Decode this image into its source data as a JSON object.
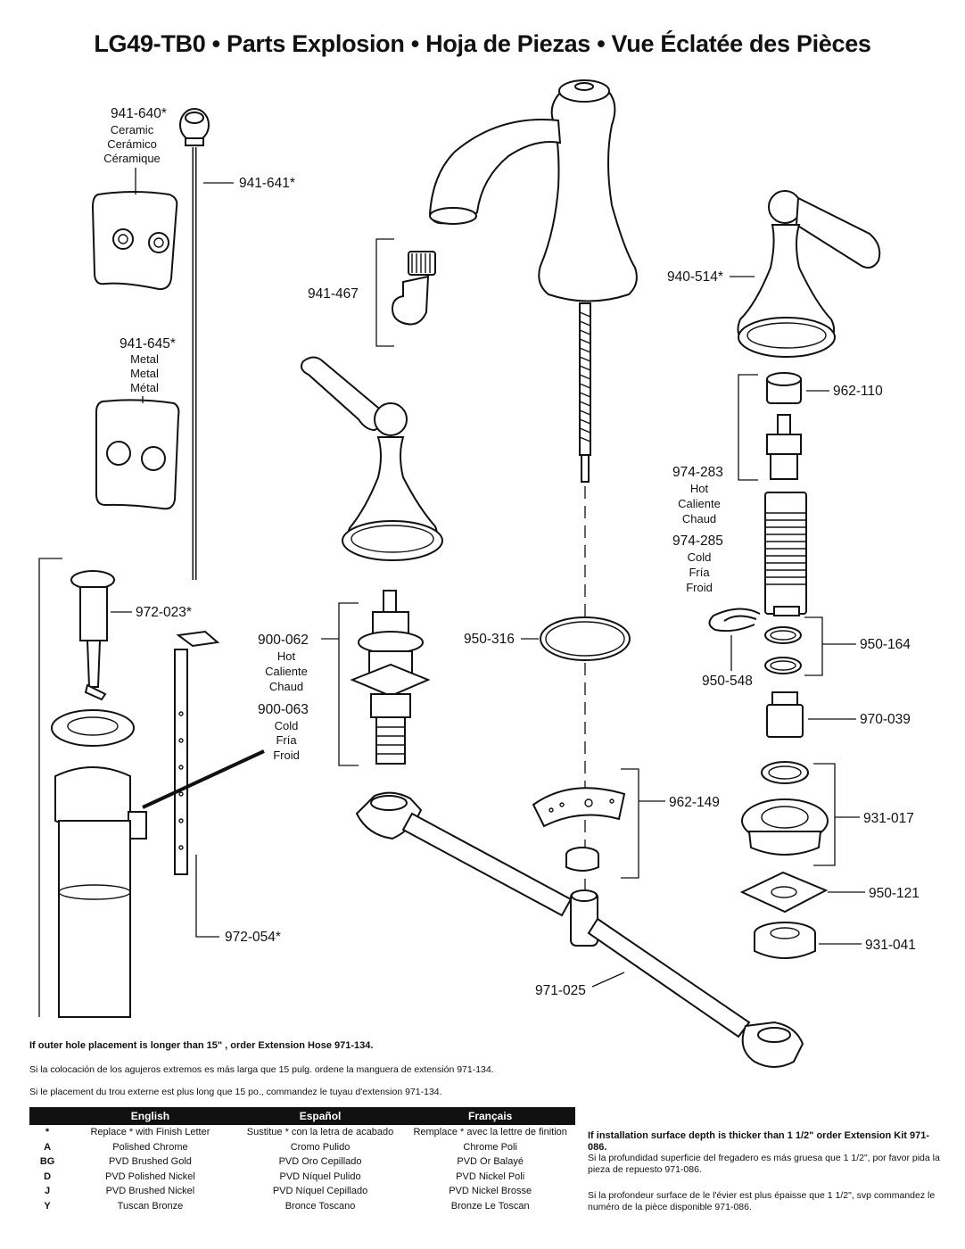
{
  "title": "LG49-TB0 • Parts Explosion  •  Hoja de Piezas  •  Vue Éclatée des Pièces",
  "parts": {
    "p941_640": "941-640*",
    "p941_640_sub": [
      "Ceramic",
      "Cerámico",
      "Céramique"
    ],
    "p941_641": "941-641*",
    "p941_645": "941-645*",
    "p941_645_sub": [
      "Metal",
      "Metal",
      "Métal"
    ],
    "p941_467": "941-467",
    "p940_514": "940-514*",
    "p962_110": "962-110",
    "p974_283": "974-283",
    "p974_283_sub": [
      "Hot",
      "Caliente",
      "Chaud"
    ],
    "p974_285": "974-285",
    "p974_285_sub": [
      "Cold",
      "Fría",
      "Froid"
    ],
    "p972_023": "972-023*",
    "p900_062": "900-062",
    "p900_062_sub": [
      "Hot",
      "Caliente",
      "Chaud"
    ],
    "p900_063": "900-063",
    "p900_063_sub": [
      "Cold",
      "Fría",
      "Froid"
    ],
    "p950_316": "950-316",
    "p950_164": "950-164",
    "p950_548": "950-548",
    "p970_039": "970-039",
    "p962_149": "962-149",
    "p931_017": "931-017",
    "p950_121": "950-121",
    "p931_041": "931-041",
    "p972_054": "972-054*",
    "p971_025": "971-025"
  },
  "notes": {
    "hose_en": "If outer hole placement is longer than 15\" , order Extension Hose  971-134.",
    "hose_es": "Si la colocación de los agujeros extremos es más larga que 15 pulg. ordene la manguera de extensión 971-134.",
    "hose_fr": "Si le placement du trou externe est plus long que 15 po., commandez le tuyau d'extension 971-134.",
    "kit_en": "If installation surface depth is thicker than 1 1/2\" order Extension Kit 971-086.",
    "kit_es": "Si la profundidad superficie del fregadero es más gruesa que 1 1/2\", por favor pida la pieza de repuesto 971-086.",
    "kit_fr": "Si la profondeur surface de le l'évier est plus épaisse que 1 1/2\", svp commandez le numéro de la pièce disponible 971-086."
  },
  "finish_table": {
    "headers": [
      "English",
      "Español",
      "Français"
    ],
    "rows": [
      {
        "code": "*",
        "en": "Replace * with Finish Letter",
        "es": "Sustitue * con la letra de acabado",
        "fr": "Remplace * avec la lettre de finition"
      },
      {
        "code": "A",
        "en": "Polished Chrome",
        "es": "Cromo Pulido",
        "fr": "Chrome Poli"
      },
      {
        "code": "BG",
        "en": "PVD Brushed Gold",
        "es": "PVD Oro Cepillado",
        "fr": "PVD Or Balayé"
      },
      {
        "code": "D",
        "en": "PVD Polished Nickel",
        "es": "PVD Níquel Pulido",
        "fr": "PVD Nickel Poli"
      },
      {
        "code": "J",
        "en": "PVD Brushed Nickel",
        "es": "PVD Níquel Cepillado",
        "fr": "PVD Nickel Brosse"
      },
      {
        "code": "Y",
        "en": "Tuscan Bronze",
        "es": "Bronce Toscano",
        "fr": "Bronze Le Toscan"
      }
    ]
  }
}
